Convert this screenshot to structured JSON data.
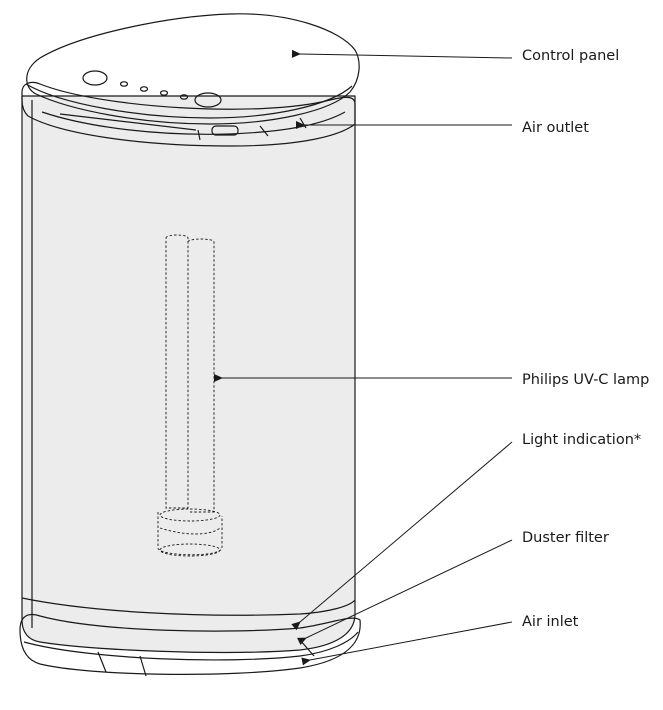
{
  "labels": {
    "control_panel": "Control panel",
    "air_outlet": "Air outlet",
    "uv_lamp": "Philips UV-C lamp",
    "light_indication": "Light indication*",
    "duster_filter": "Duster filter",
    "air_inlet": "Air inlet"
  },
  "colors": {
    "line": "#1a1a1a",
    "body_fill": "#ececec",
    "background": "#ffffff"
  }
}
